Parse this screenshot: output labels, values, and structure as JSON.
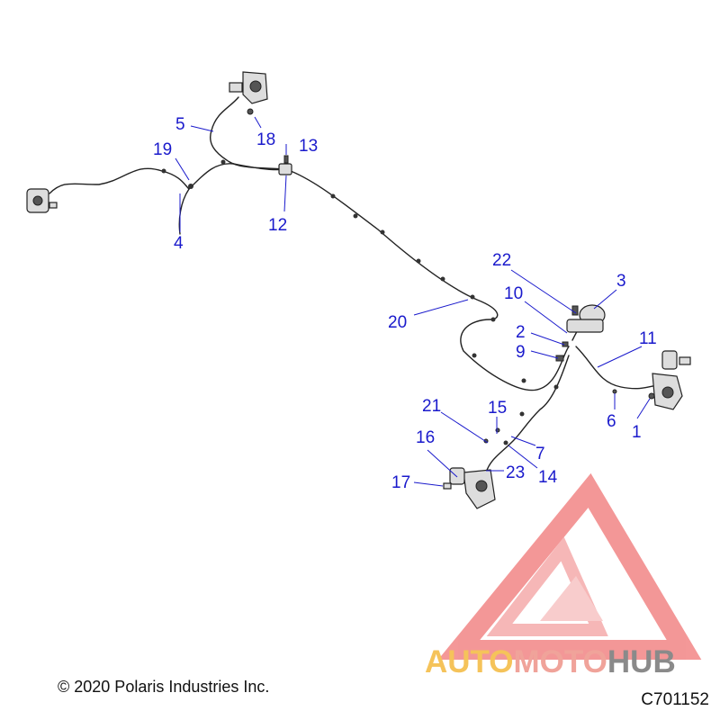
{
  "callouts": {
    "c1": "1",
    "c2": "2",
    "c3": "3",
    "c4": "4",
    "c5": "5",
    "c6": "6",
    "c7": "7",
    "c9": "9",
    "c10": "10",
    "c11": "11",
    "c12": "12",
    "c13": "13",
    "c14": "14",
    "c15": "15",
    "c16": "16",
    "c17": "17",
    "c18": "18",
    "c19": "19",
    "c20": "20",
    "c21": "21",
    "c22": "22",
    "c23": "23"
  },
  "footer": {
    "copyright": "© 2020 Polaris Industries Inc.",
    "diagram_code": "C701152"
  },
  "watermark": {
    "part1": "AUTO",
    "part2": "MOTO",
    "part3": "HUB",
    "colors": {
      "gold": "#f5c35a",
      "red": "#e88a80",
      "gray": "#8a8a8a"
    }
  },
  "colors": {
    "callout": "#1a1acc",
    "line": "#222222"
  }
}
